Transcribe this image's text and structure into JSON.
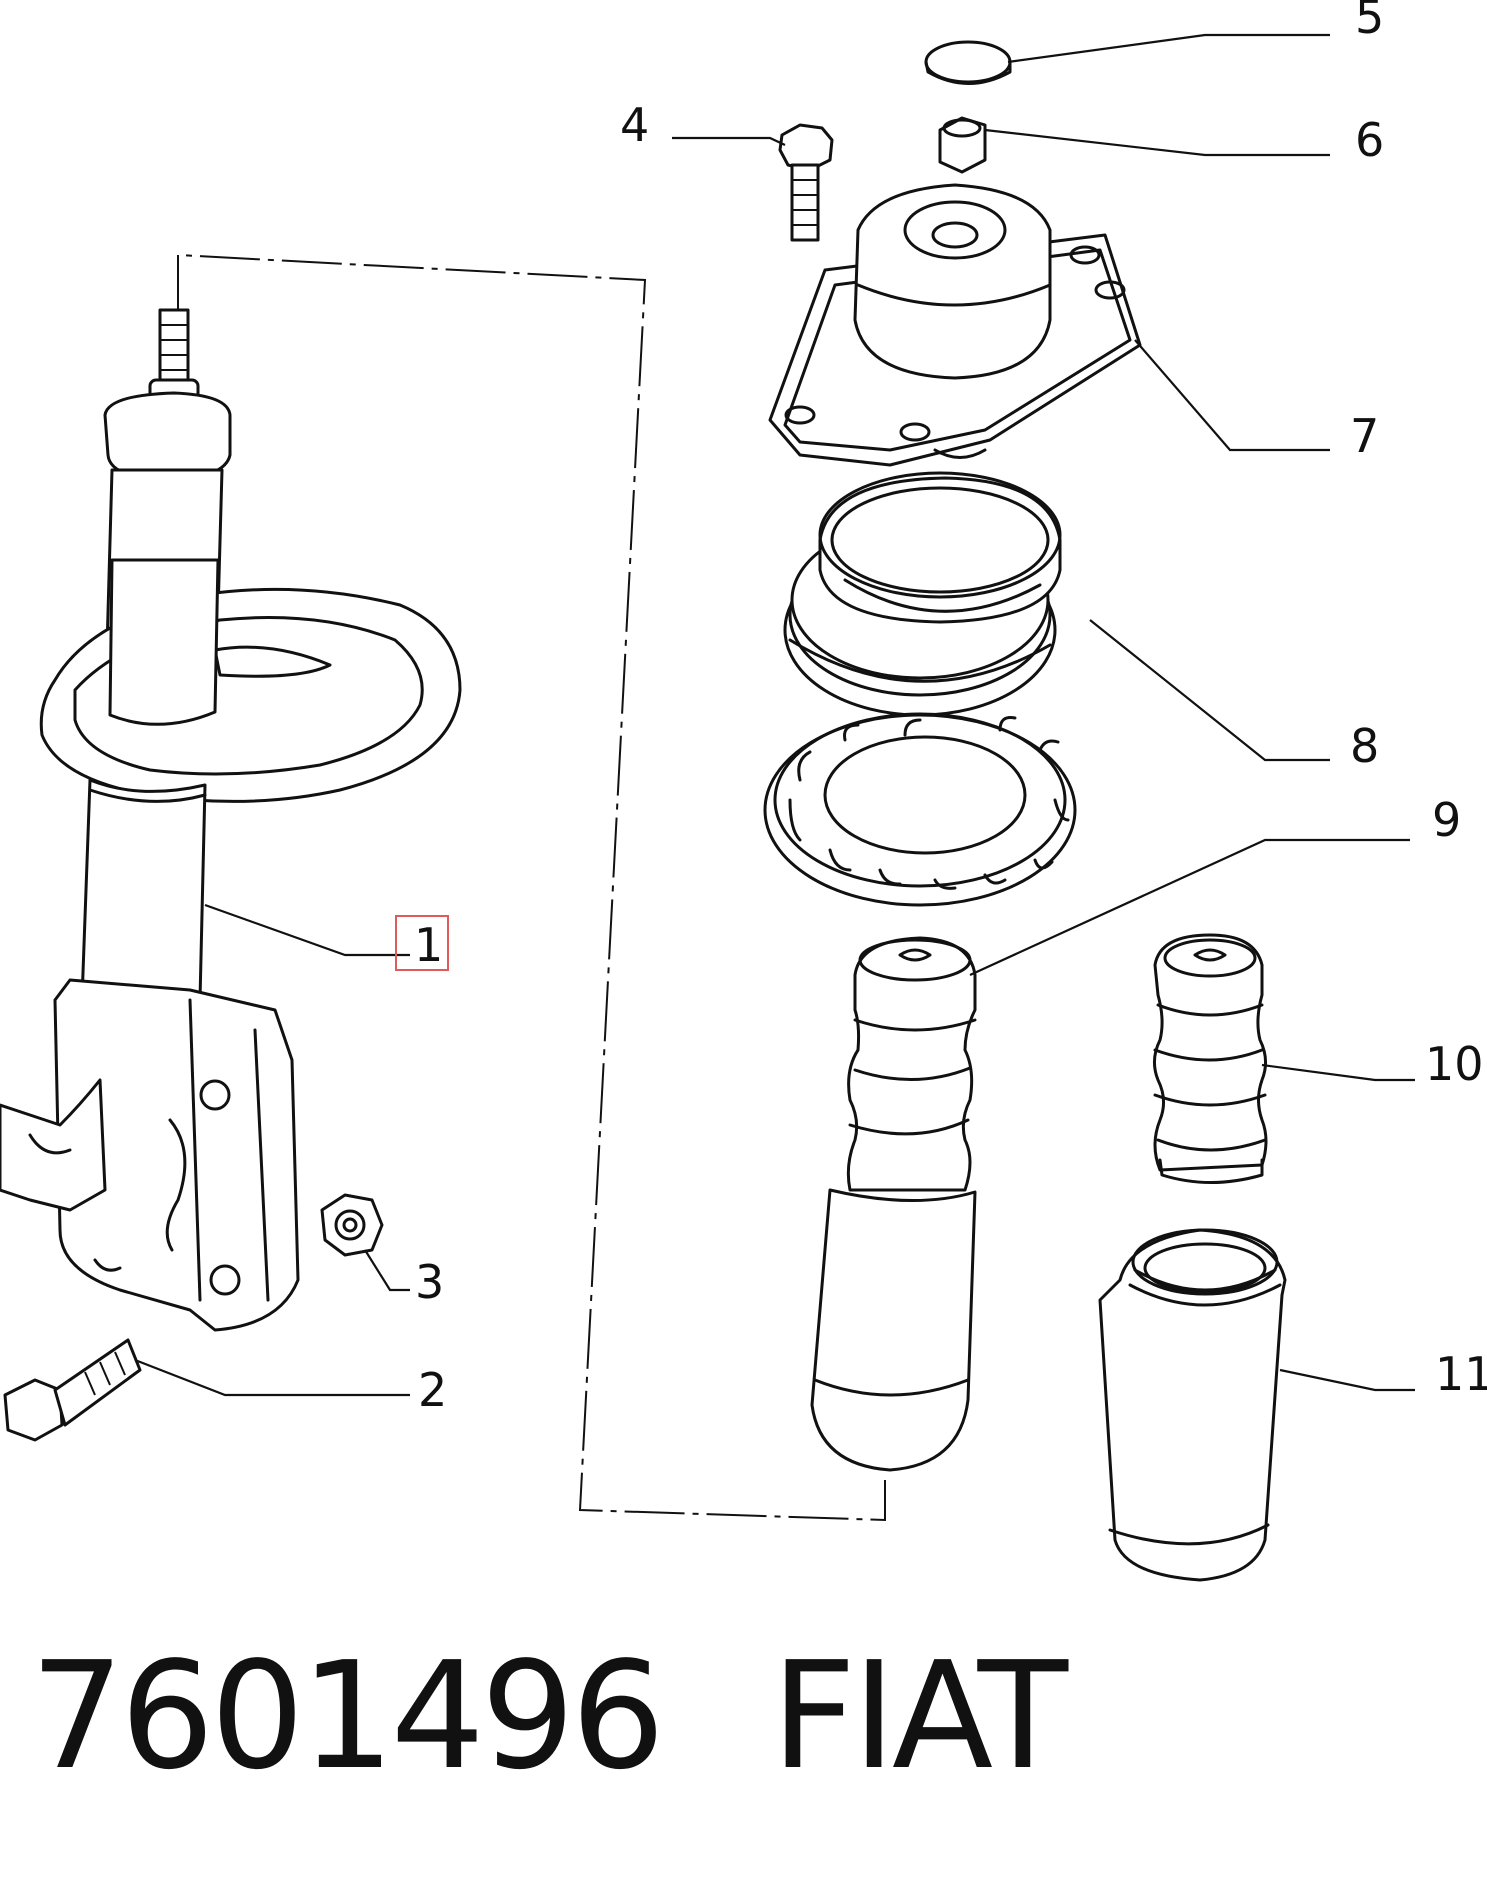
{
  "callouts": [
    "1",
    "2",
    "3",
    "4",
    "5",
    "6",
    "7",
    "8",
    "9",
    "10",
    "11"
  ],
  "highlighted_callout": "1",
  "caption": {
    "part_number": "7601496",
    "brand": "FIAT"
  },
  "colors": {
    "line": "#111111",
    "highlight": "#e05a5a",
    "background": "#ffffff"
  }
}
